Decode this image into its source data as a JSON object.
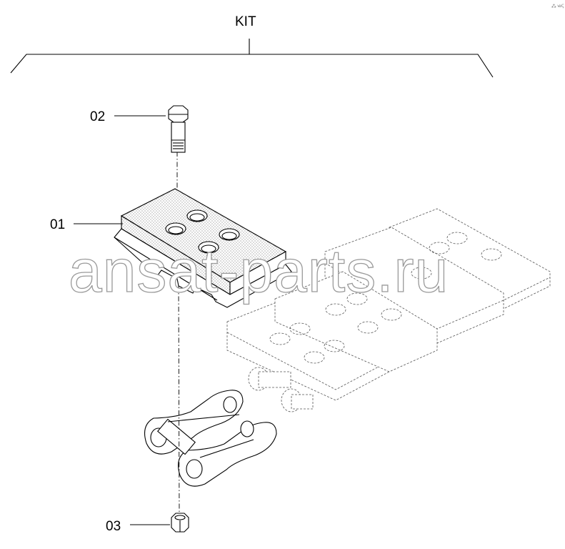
{
  "diagram": {
    "kit_label": "KIT",
    "corner_mark": "⁂ ꟃꟄ",
    "watermark": "ansat-parts.ru",
    "callouts": [
      {
        "id": "01"
      },
      {
        "id": "02"
      },
      {
        "id": "03"
      }
    ]
  },
  "colors": {
    "line": "#000000",
    "shading": "#b8b8b8",
    "watermark_outline": "#9a9a9a"
  }
}
